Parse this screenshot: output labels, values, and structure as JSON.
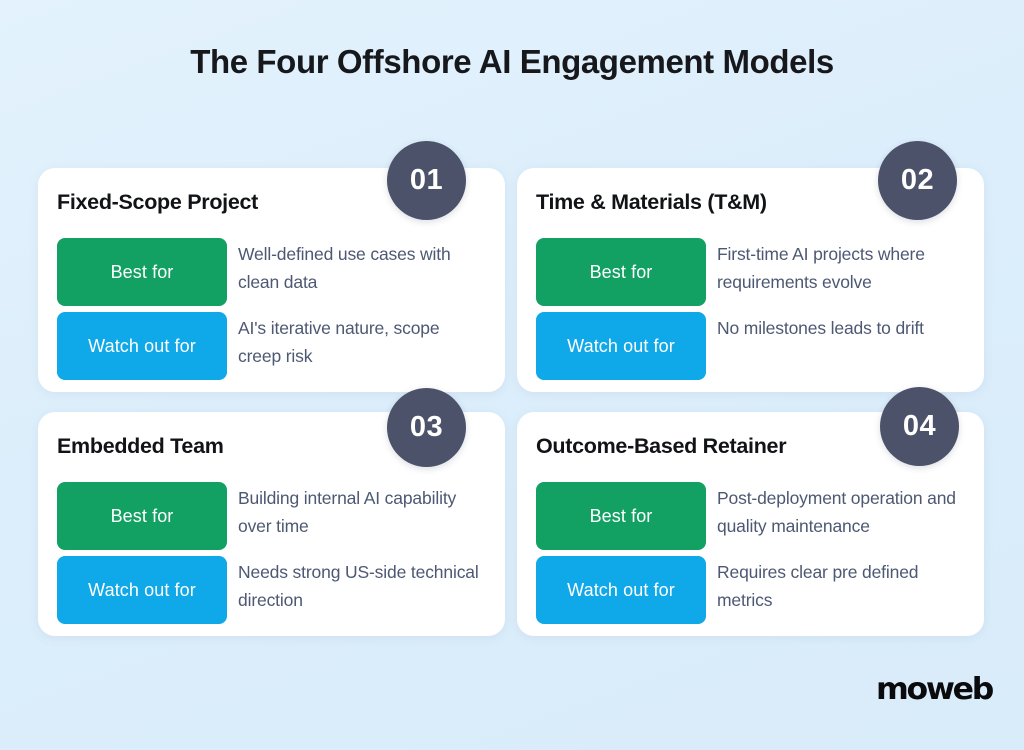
{
  "page": {
    "title": "The Four Offshore AI Engagement Models",
    "background_color": "#ddeffb",
    "logo_text": "moweb"
  },
  "theme": {
    "badge_color": "#4b5269",
    "best_for_color": "#12a163",
    "watch_out_color": "#0fa8e8",
    "card_background": "#ffffff",
    "body_text_color": "#4d5873",
    "title_color": "#17181c"
  },
  "labels": {
    "best_for": "Best for",
    "watch_out_for": "Watch out for"
  },
  "cards": [
    {
      "number": "01",
      "title": "Fixed-Scope Project",
      "best_for_label": "Best for",
      "best_for_text": "Well-defined use cases with clean data",
      "watch_out_label": "Watch out for",
      "watch_out_text": "AI's iterative nature, scope creep risk"
    },
    {
      "number": "02",
      "title": "Time & Materials (T&M)",
      "best_for_label": "Best for",
      "best_for_text": "First-time AI projects where requirements evolve",
      "watch_out_label": "Watch out for",
      "watch_out_text": " No milestones leads to drift"
    },
    {
      "number": "03",
      "title": "Embedded Team",
      "best_for_label": "Best for",
      "best_for_text": "Building internal AI capability over time",
      "watch_out_label": "Watch out for",
      "watch_out_text": "Needs strong US-side technical direction"
    },
    {
      "number": "04",
      "title": "Outcome-Based Retainer",
      "best_for_label": "Best for",
      "best_for_text": "Post-deployment operation and quality maintenance",
      "watch_out_label": "Watch out for",
      "watch_out_text": "Requires clear pre defined metrics"
    }
  ]
}
